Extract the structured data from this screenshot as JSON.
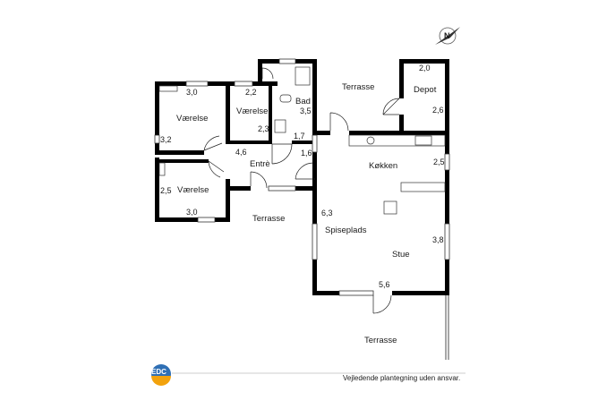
{
  "rooms": {
    "vaerelse_top": "Værelse",
    "vaerelse_small": "Værelse",
    "vaerelse_bottom": "Værelse",
    "bad": "Bad",
    "entre": "Entrè",
    "kokken": "Køkken",
    "spiseplads": "Spiseplads",
    "stue": "Stue",
    "depot": "Depot",
    "terrasse_top": "Terrasse",
    "terrasse_left": "Terrasse",
    "terrasse_bottom": "Terrasse"
  },
  "dimensions": {
    "vt_width": "3,0",
    "vt_depth": "3,2",
    "vs_width": "2,2",
    "vs_depth": "2,3",
    "bad_depth": "3,5",
    "bad_width": "1,7",
    "entre_width": "4,6",
    "entre_depth": "1,6",
    "vb_depth": "2,5",
    "vb_width": "3,0",
    "depot_width": "2,0",
    "depot_depth": "2,6",
    "kokken_depth": "2,5",
    "spise_depth": "6,3",
    "stue_depth": "3,8",
    "stue_width": "5,6"
  },
  "logo": {
    "text": "EDC",
    "colors": [
      "#2f6fb4",
      "#f2a20c"
    ]
  },
  "compass": {
    "letter": "N"
  },
  "disclaimer": "Vejledende plantegning uden ansvar.",
  "colors": {
    "wall": "#000000",
    "text": "#1a1a1a"
  }
}
